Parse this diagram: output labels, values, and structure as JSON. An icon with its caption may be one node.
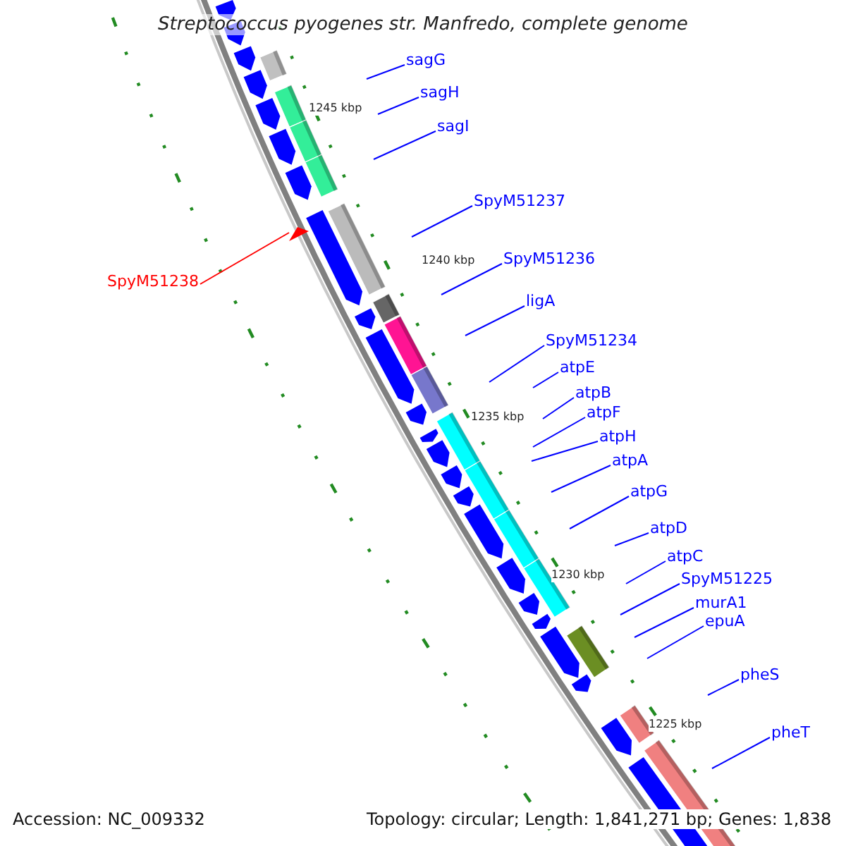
{
  "diagram": {
    "title": "Streptococcus pyogenes str. Manfredo, complete genome",
    "nodes": [
      {
        "text": [
          "sagG"
        ]
      },
      {
        "text": [
          "sagH"
        ]
      },
      {
        "text": [
          "sagI"
        ]
      },
      {
        "text": [
          "SpyM51237"
        ]
      },
      {
        "text": [],
        "shape": "triangle"
      },
      {
        "text": [
          "SpyM51236"
        ]
      },
      {
        "text": [
          "SpyM51238"
        ]
      },
      {
        "text": [
          "ligA"
        ]
      },
      {
        "text": [
          "SpyM51234"
        ]
      },
      {
        "text": [
          "atpE"
        ]
      },
      {
        "text": [
          "atpB"
        ]
      },
      {
        "text": [
          "atpF"
        ]
      },
      {
        "text": [
          "atpH"
        ]
      },
      {
        "text": [
          "atpA"
        ]
      },
      {
        "text": [
          "atpG"
        ]
      },
      {
        "text": [
          "atpD"
        ]
      },
      {
        "text": [
          "atpC"
        ]
      },
      {
        "text": [
          "SpyM51225"
        ]
      },
      {
        "text": [
          "murA1"
        ]
      },
      {
        "text": [
          "epuA"
        ]
      },
      {
        "text": [
          "pheS"
        ]
      },
      {
        "text": [
          "pheT"
        ]
      }
    ],
    "edges": [
      {
        "from": 0,
        "to": null,
        "arrow": "none"
      },
      {
        "from": 1,
        "to": null,
        "arrow": "none"
      },
      {
        "from": 2,
        "to": null,
        "arrow": "none"
      },
      {
        "from": 3,
        "to": null,
        "arrow": "none"
      },
      {
        "from": 5,
        "to": null,
        "arrow": "none"
      },
      {
        "from": 6,
        "to": 4,
        "arrow": "none",
        "color": "#ff0000"
      },
      {
        "from": 7,
        "to": null,
        "arrow": "none"
      },
      {
        "from": 8,
        "to": null,
        "arrow": "none"
      },
      {
        "from": 9,
        "to": null,
        "arrow": "none"
      },
      {
        "from": 10,
        "to": null,
        "arrow": "none"
      },
      {
        "from": 11,
        "to": null,
        "arrow": "none"
      },
      {
        "from": 12,
        "to": null,
        "arrow": "none"
      },
      {
        "from": 13,
        "to": null,
        "arrow": "none"
      },
      {
        "from": 14,
        "to": null,
        "arrow": "none"
      },
      {
        "from": 15,
        "to": null,
        "arrow": "none"
      },
      {
        "from": 16,
        "to": null,
        "arrow": "none"
      },
      {
        "from": 17,
        "to": null,
        "arrow": "none"
      },
      {
        "from": 18,
        "to": null,
        "arrow": "none"
      },
      {
        "from": 19,
        "to": null,
        "arrow": "none"
      },
      {
        "from": 20,
        "to": null,
        "arrow": "none"
      },
      {
        "from": 21,
        "to": null,
        "arrow": "none"
      }
    ],
    "labels": [
      "1245 kbp",
      "1240 kbp",
      "1235 kbp",
      "1230 kbp",
      "1225 kbp",
      "Accession: NC_009332",
      "Topology: circular; Length: 1,841,271 bp; Genes: 1,838"
    ]
  }
}
